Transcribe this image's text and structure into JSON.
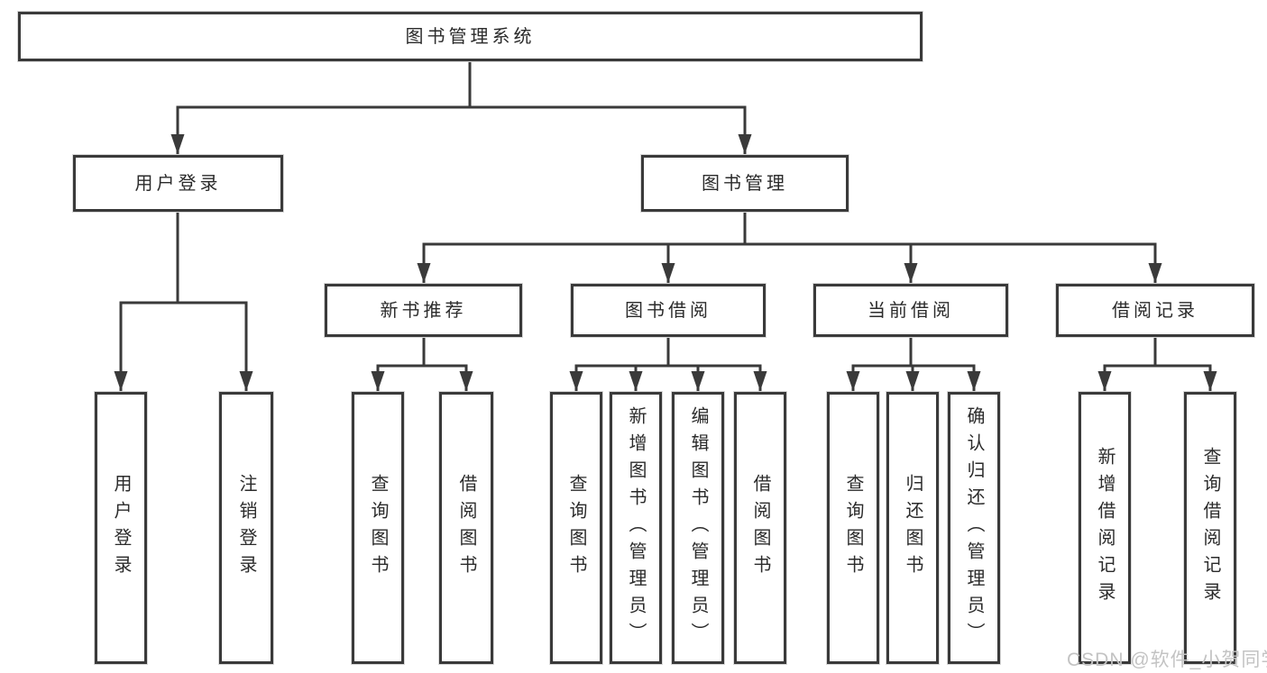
{
  "title": "图书管理系统",
  "tree": {
    "root": {
      "label": "图书管理系统"
    },
    "branches": [
      {
        "label": "用户登录",
        "children": [
          {
            "label": "用户登录"
          },
          {
            "label": "注销登录"
          }
        ]
      },
      {
        "label": "图书管理",
        "children": [
          {
            "label": "新书推荐",
            "children": [
              {
                "label": "查询图书"
              },
              {
                "label": "借阅图书"
              }
            ]
          },
          {
            "label": "图书借阅",
            "children": [
              {
                "label": "查询图书"
              },
              {
                "label": "新增图书（管理员）"
              },
              {
                "label": "编辑图书（管理员）"
              },
              {
                "label": "借阅图书"
              }
            ]
          },
          {
            "label": "当前借阅",
            "children": [
              {
                "label": "查询图书"
              },
              {
                "label": "归还图书"
              },
              {
                "label": "确认归还（管理员）"
              }
            ]
          },
          {
            "label": "借阅记录",
            "children": [
              {
                "label": "新增借阅记录"
              },
              {
                "label": "查询借阅记录"
              }
            ]
          }
        ]
      }
    ]
  },
  "watermark": {
    "text": "CSDN @软件_小贺同学",
    "color": "#c3c3c3"
  },
  "colors": {
    "line": "#3a3a3a",
    "box_border": "#3a3a3a",
    "text": "#2b2b2b",
    "background": "#ffffff"
  }
}
